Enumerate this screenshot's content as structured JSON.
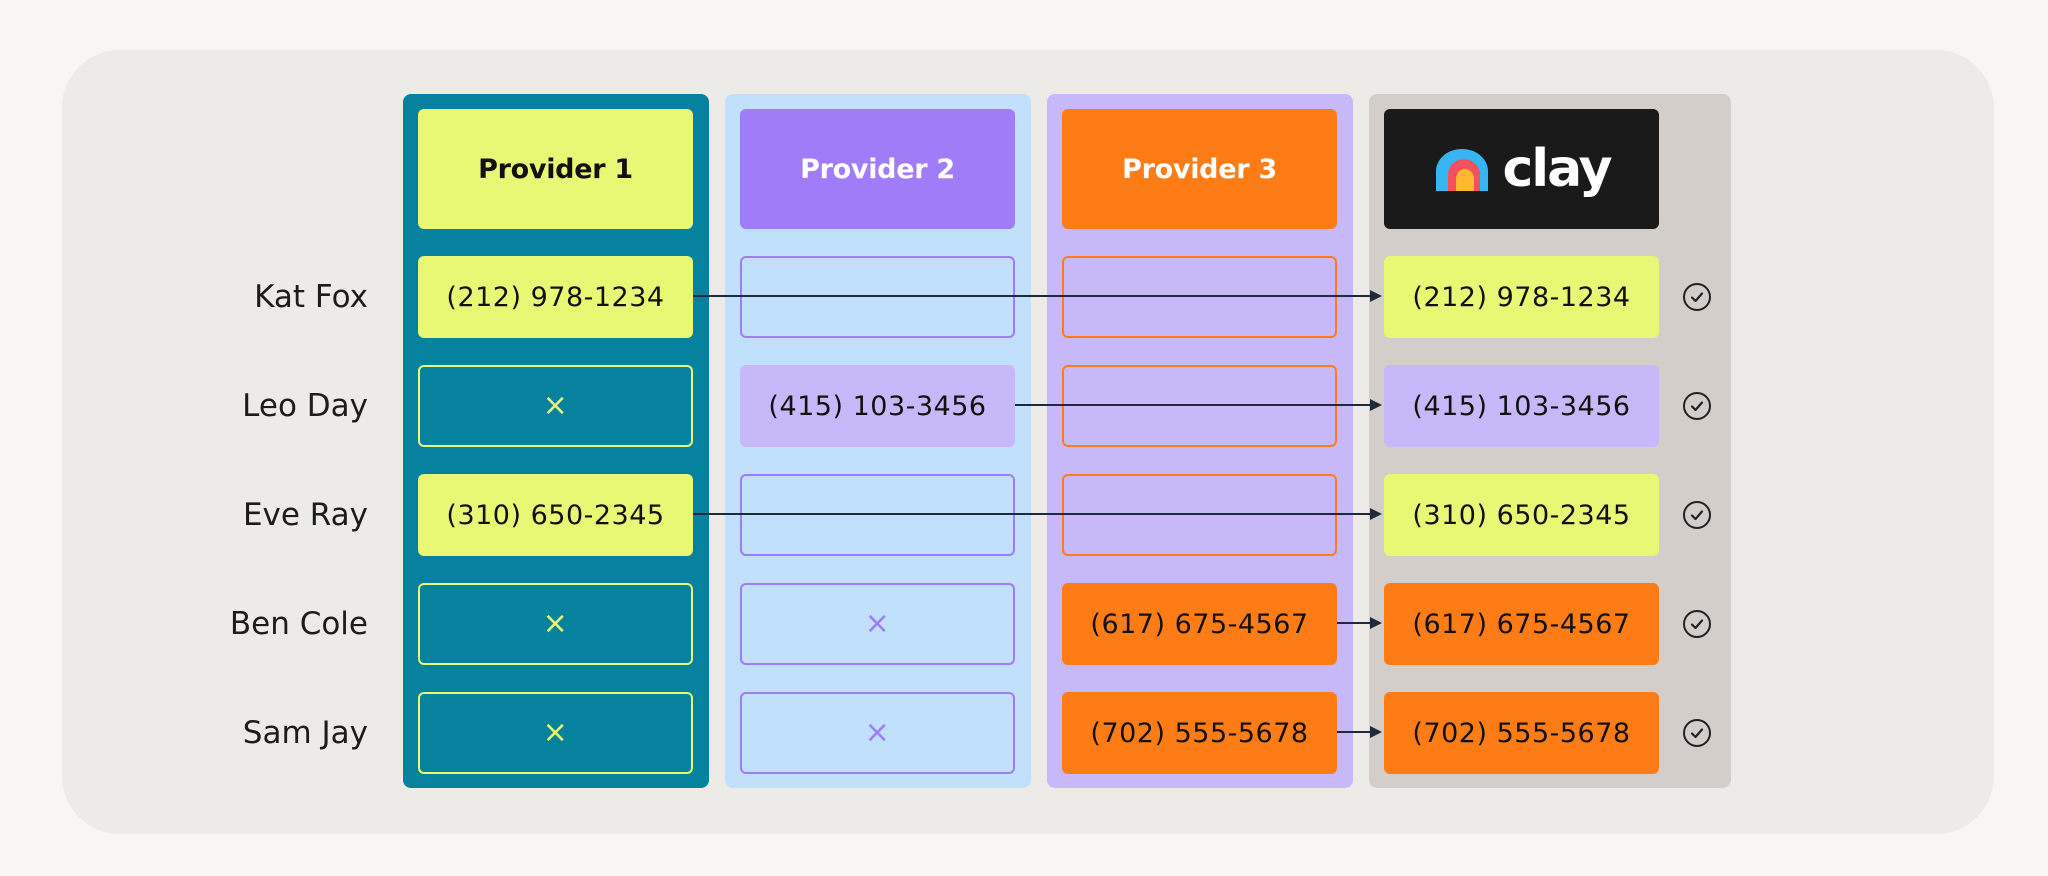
{
  "columns": [
    {
      "name": "Provider 1",
      "bg": "#06829f",
      "header_bg": "#e8f774",
      "header_color": "#111111",
      "cell_bg": "#e8f774",
      "empty_border": "#e8f774",
      "x_color": "#e8f774"
    },
    {
      "name": "Provider 2",
      "bg": "#c1e0fb",
      "header_bg": "#a07cf8",
      "header_color": "#ffffff",
      "cell_bg": "#c7b8fa",
      "empty_border": "#a07cf8",
      "x_color": "#a07cf8"
    },
    {
      "name": "Provider 3",
      "bg": "#c7b8fa",
      "header_bg": "#fd7c15",
      "header_color": "#ffffff",
      "cell_bg": "#fd7c15",
      "empty_border": "#fd7c15",
      "x_color": "#fd7c15"
    }
  ],
  "clay": {
    "logo_text": "clay",
    "bg": "#d3ceca",
    "header_bg": "#1a1a1a"
  },
  "rows": [
    {
      "name": "Kat Fox",
      "cells": [
        "(212) 978-1234",
        "",
        ""
      ],
      "result": "(212) 978-1234",
      "source": 0
    },
    {
      "name": "Leo Day",
      "cells": [
        "×",
        "(415) 103-3456",
        ""
      ],
      "result": "(415) 103-3456",
      "source": 1
    },
    {
      "name": "Eve Ray",
      "cells": [
        "(310) 650-2345",
        "",
        ""
      ],
      "result": "(310) 650-2345",
      "source": 0
    },
    {
      "name": "Ben Cole",
      "cells": [
        "×",
        "×",
        "(617) 675-4567"
      ],
      "result": "(617) 675-4567",
      "source": 2
    },
    {
      "name": "Sam Jay",
      "cells": [
        "×",
        "×",
        "(702) 555-5678"
      ],
      "result": "(702) 555-5678",
      "source": 2
    }
  ]
}
